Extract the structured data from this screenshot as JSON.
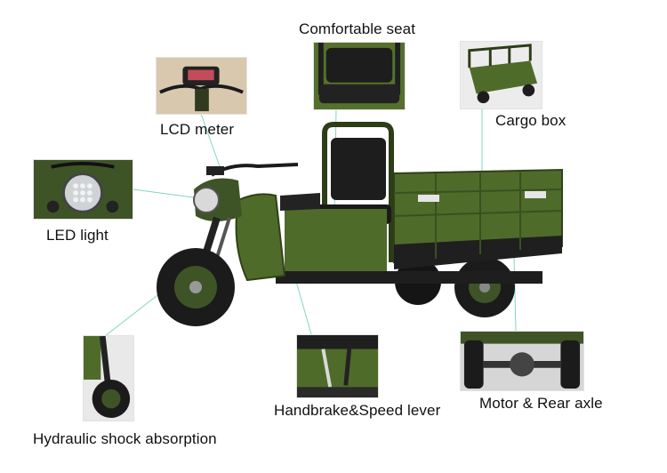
{
  "features": {
    "comfortable_seat": "Comfortable seat",
    "cargo_box": "Cargo box",
    "lcd_meter": "LCD meter",
    "led_light": "LED light",
    "hydraulic_shock": "Hydraulic shock absorption",
    "handbrake_speed_lever": "Handbrake&Speed lever",
    "motor_rear_axle": "Motor & Rear axle"
  },
  "colors": {
    "body_green": "#4f6b2a",
    "dark_green": "#3a5020",
    "frame_black": "#1e1e1e",
    "callout_line": "#7fd6c4"
  }
}
